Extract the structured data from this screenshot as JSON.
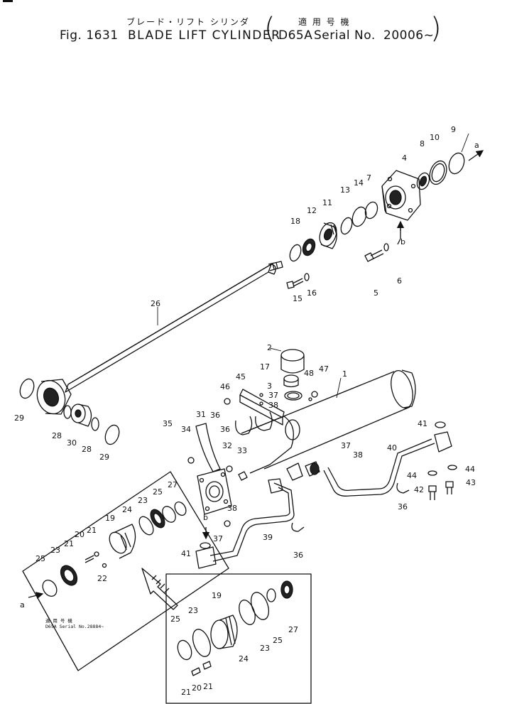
{
  "header": {
    "jp_title": "ブレード・リフト シリンダ",
    "jp_applicable": "適 用 号 機",
    "fig_label": "Fig. 1631",
    "title": "BLADE LIFT CYLINDER",
    "model": "D65A",
    "serial_label": "Serial No.",
    "serial_range": "20006~"
  },
  "inset_note": {
    "jp": "適 用 号 機",
    "text": "D65A Serial No.28884~"
  },
  "part_labels": {
    "p1": "1",
    "p2": "2",
    "p3": "3",
    "p4": "4",
    "p5": "5",
    "p6": "6",
    "p7": "7",
    "p8": "8",
    "p9": "9",
    "p10": "10",
    "p11": "11",
    "p12": "12",
    "p13": "13",
    "p14": "14",
    "p15": "15",
    "p16": "16",
    "p17": "17",
    "p18": "18",
    "p19a": "19",
    "p20a": "20",
    "p21a": "21",
    "p21b": "21",
    "p22": "22",
    "p23a": "23",
    "p23b": "23",
    "p24a": "24",
    "p25a": "25",
    "p25b": "25",
    "p26": "26",
    "p27a": "27",
    "p28a": "28",
    "p28b": "28",
    "p29a": "29",
    "p29b": "29",
    "p30": "30",
    "p31": "31",
    "p32": "32",
    "p33": "33",
    "p34": "34",
    "p35": "35",
    "p36a": "36",
    "p36b": "36",
    "p36c": "36",
    "p36d": "36",
    "p37a": "37",
    "p37b": "37",
    "p37c": "37",
    "p38a": "38",
    "p38b": "38",
    "p38c": "38",
    "p39": "39",
    "p40": "40",
    "p41a": "41",
    "p41b": "41",
    "p42": "42",
    "p43": "43",
    "p44a": "44",
    "p44b": "44",
    "p45": "45",
    "p46": "46",
    "p47": "47",
    "p48": "48",
    "p19b": "19",
    "p23c": "23",
    "p23d": "23",
    "p24b": "24",
    "p25c": "25",
    "p25d": "25",
    "p27b": "27",
    "p20b": "20",
    "p21c": "21",
    "p21d": "21",
    "ref_a1": "a",
    "ref_a2": "a",
    "ref_b1": "b",
    "ref_b2": "b"
  }
}
